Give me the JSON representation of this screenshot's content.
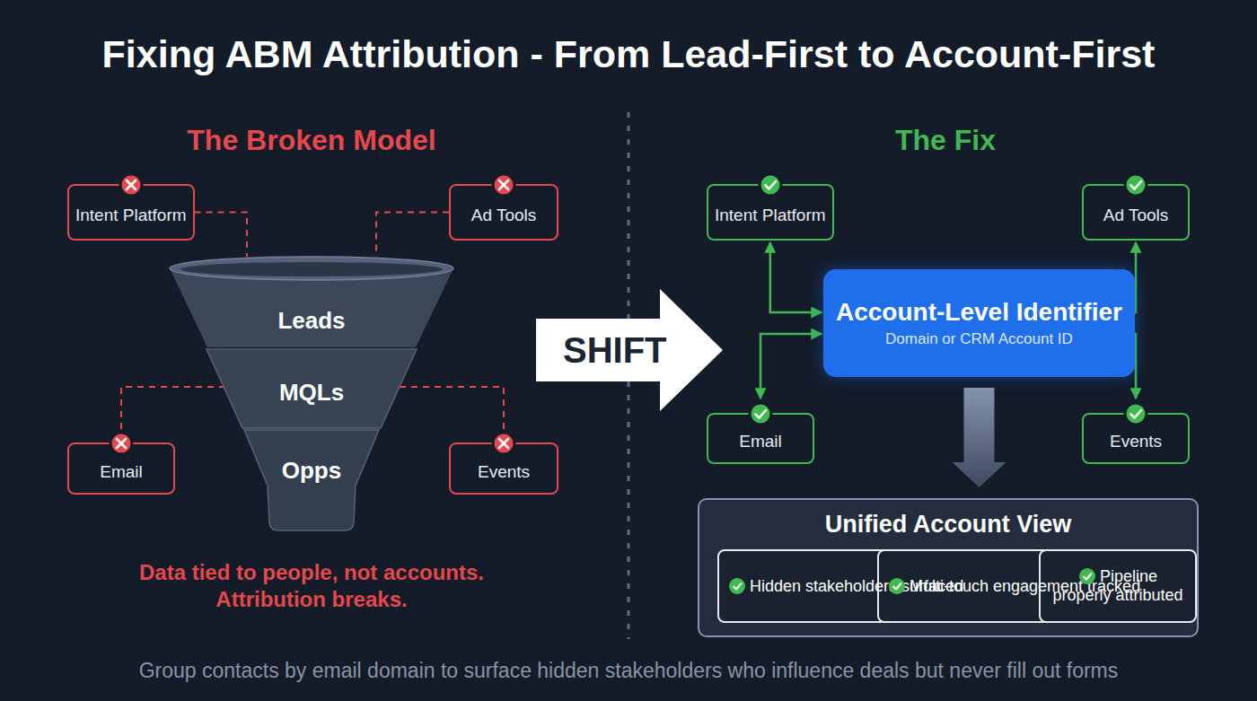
{
  "diagram": {
    "title": "Fixing ABM Attribution - From Lead-First to Account-First",
    "caption": "Group contacts by email domain to surface hidden stakeholders who influence deals but never fill out forms",
    "nodes": [
      {
        "text": [
          "Intent Platform"
        ]
      },
      {
        "text": [
          "Ad Tools"
        ]
      },
      {
        "text": [
          "Leads"
        ]
      },
      {
        "text": [
          "MQLs"
        ]
      },
      {
        "text": [
          "Opps"
        ]
      },
      {
        "text": [
          "Email"
        ]
      },
      {
        "text": [
          "Events"
        ]
      },
      {
        "text": [
          "SHIFT"
        ]
      },
      {
        "text": [
          "Intent Platform"
        ]
      },
      {
        "text": [
          "Ad Tools"
        ]
      },
      {
        "text": [
          "Account-Level Identifier",
          "Domain or CRM Account ID"
        ]
      },
      {
        "text": [
          "Email"
        ]
      },
      {
        "text": [
          "Events"
        ]
      },
      {
        "text": [
          "Unified Account View"
        ]
      },
      {
        "text": [
          "Hidden stakeholders surfaced"
        ],
        "in": 13
      },
      {
        "text": [
          "Multi-touch engagement tracked"
        ],
        "in": 13
      },
      {
        "text": [
          "Pipeline properly attributed"
        ],
        "in": 13
      }
    ],
    "edges": [
      {
        "from": 0,
        "to": 2,
        "arrow": "none"
      },
      {
        "from": 1,
        "to": 2,
        "arrow": "none"
      },
      {
        "from": 5,
        "to": 3,
        "arrow": "none"
      },
      {
        "from": 6,
        "to": 3,
        "arrow": "none"
      },
      {
        "from": 10,
        "to": 8,
        "arrow": "both"
      },
      {
        "from": 10,
        "to": 9,
        "arrow": "both"
      },
      {
        "from": 10,
        "to": 11,
        "arrow": "both"
      },
      {
        "from": 10,
        "to": 12,
        "arrow": "both"
      },
      {
        "from": 10,
        "to": 13,
        "arrow": "to"
      }
    ],
    "labels": [
      "The Broken Model",
      "The Fix",
      "Data tied to people, not accounts. Attribution breaks."
    ]
  }
}
